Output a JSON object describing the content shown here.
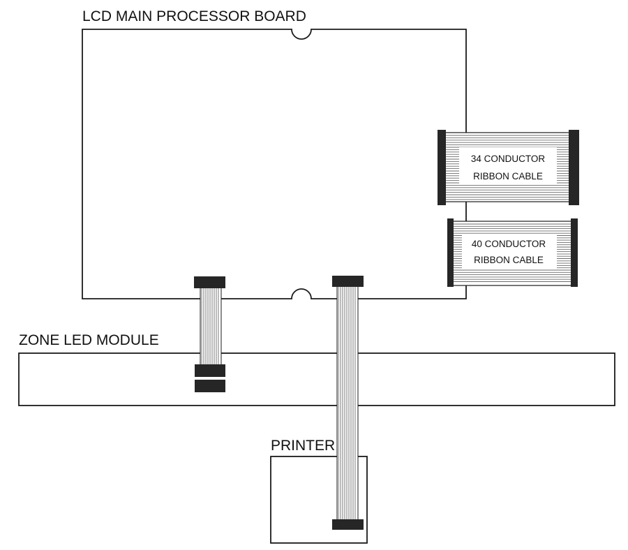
{
  "labels": {
    "main_board": "LCD MAIN PROCESSOR BOARD",
    "zone_module": "ZONE LED MODULE",
    "printer": "PRINTER"
  },
  "ribbon_cables": [
    {
      "line1": "34 CONDUCTOR",
      "line2": "RIBBON CABLE"
    },
    {
      "line1": "40 CONDUCTOR",
      "line2": "RIBBON CABLE"
    }
  ],
  "colors": {
    "outline": "#1a1a1a",
    "connector": "#262626",
    "wire": "#6b6b6b",
    "background": "#ffffff"
  }
}
